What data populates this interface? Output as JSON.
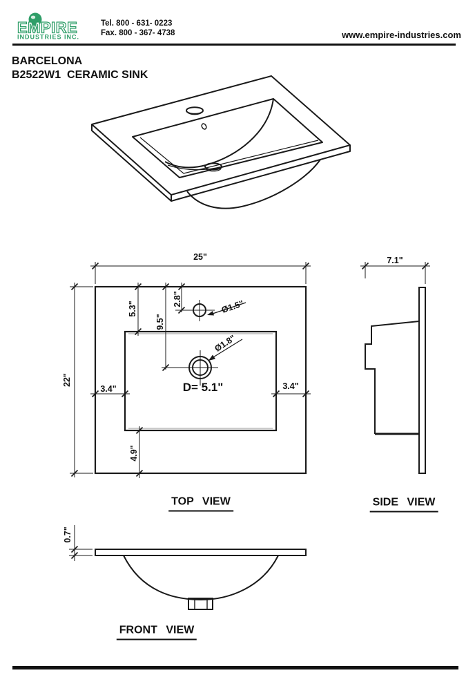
{
  "page": {
    "background": "#ffffff",
    "line_color": "#1a1a1a",
    "accent_green": "#2f9e68"
  },
  "header": {
    "logo": {
      "name": "EMPIRE",
      "subtitle": "INDUSTRIES INC."
    },
    "tel": "Tel. 800 - 631- 0223",
    "fax": "Fax. 800 - 367- 4738",
    "website": "www.empire-industries.com"
  },
  "title": {
    "line1": "BARCELONA",
    "line2": "B2522W1  CERAMIC SINK"
  },
  "top_view": {
    "label": "TOP VIEW",
    "dim_width": "25\"",
    "dim_height": "22\"",
    "dim_basin_top": "5.3\"",
    "dim_faucet_from_top": "2.8\"",
    "dim_drain_from_top": "9.5\"",
    "dim_left_margin": "3.4\"",
    "dim_right_margin": "3.4\"",
    "dim_bottom_margin": "4.9\"",
    "faucet_hole_dia": "Ø1.5\"",
    "drain_hole_dia": "Ø1.8\"",
    "basin_depth": "D= 5.1\""
  },
  "side_view": {
    "label": "SIDE VIEW",
    "dim_depth": "7.1\""
  },
  "front_view": {
    "label": "FRONT VIEW",
    "dim_thickness": "0.7\""
  }
}
